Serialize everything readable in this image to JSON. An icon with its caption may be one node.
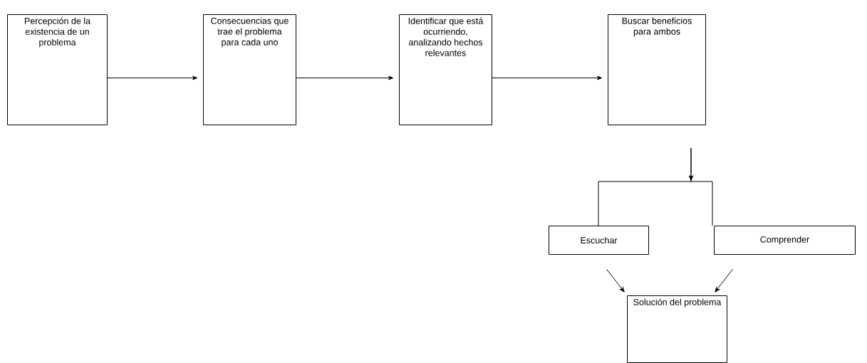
{
  "diagram": {
    "nodes": [
      {
        "text": [
          "Percepción de la existencia de un problema"
        ]
      },
      {
        "text": [
          "Consecuencias que trae el problema para cada uno"
        ]
      },
      {
        "text": [
          "Identificar que está ocurriendo, analizando hechos relevantes"
        ]
      },
      {
        "text": [
          "Buscar beneficios para ambos"
        ]
      },
      {
        "text": [
          "Escuchar"
        ]
      },
      {
        "text": [
          "Comprender"
        ]
      },
      {
        "text": [
          "Solución del problema"
        ]
      }
    ],
    "edges": [
      {
        "from": 0,
        "to": 1,
        "arrow": "to"
      },
      {
        "from": 1,
        "to": 2,
        "arrow": "to"
      },
      {
        "from": 2,
        "to": 3,
        "arrow": "to"
      },
      {
        "from": 3,
        "to": 4,
        "arrow": "to"
      },
      {
        "from": 3,
        "to": 5,
        "arrow": "to"
      },
      {
        "from": 4,
        "to": 6,
        "arrow": "to"
      },
      {
        "from": 5,
        "to": 6,
        "arrow": "to"
      }
    ]
  }
}
